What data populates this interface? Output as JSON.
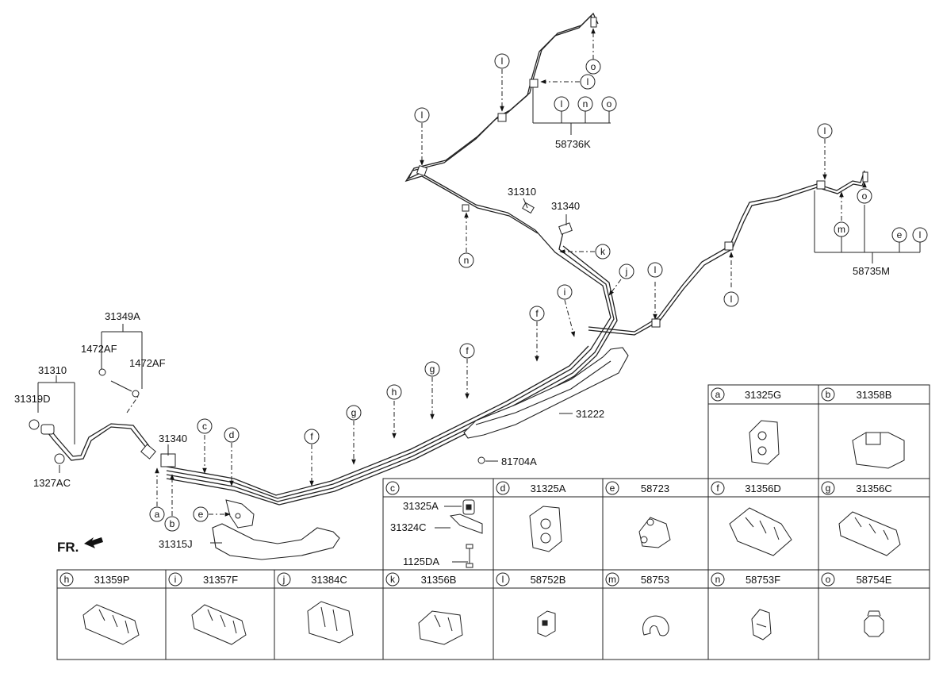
{
  "callouts": {
    "c_31349A": "31349A",
    "c_1472AF_a": "1472AF",
    "c_1472AF_b": "1472AF",
    "c_31310_a": "31310",
    "c_31319D": "31319D",
    "c_1327AC": "1327AC",
    "c_31340_a": "31340",
    "c_31315J": "31315J",
    "c_31310_b": "31310",
    "c_31340_b": "31340",
    "c_31222": "31222",
    "c_81704A": "81704A",
    "c_58736K": "58736K",
    "c_58735M": "58735M"
  },
  "fr_label": "FR.",
  "circles": {
    "a": "a",
    "b": "b",
    "c": "c",
    "d": "d",
    "e": "e",
    "f": "f",
    "g": "g",
    "h": "h",
    "i": "i",
    "j": "j",
    "k": "k",
    "l": "l",
    "m": "m",
    "n": "n",
    "o": "o"
  },
  "legend": {
    "a": {
      "letter": "a",
      "part": "31325G"
    },
    "b": {
      "letter": "b",
      "part": "31358B"
    },
    "c": {
      "letter": "c",
      "part": "",
      "sub_parts": [
        "31325A",
        "31324C",
        "1125DA"
      ]
    },
    "d": {
      "letter": "d",
      "part": "31325A"
    },
    "e": {
      "letter": "e",
      "part": "58723"
    },
    "f": {
      "letter": "f",
      "part": "31356D"
    },
    "g": {
      "letter": "g",
      "part": "31356C"
    },
    "h": {
      "letter": "h",
      "part": "31359P"
    },
    "i": {
      "letter": "i",
      "part": "31357F"
    },
    "j": {
      "letter": "j",
      "part": "31384C"
    },
    "k": {
      "letter": "k",
      "part": "31356B"
    },
    "l": {
      "letter": "l",
      "part": "58752B"
    },
    "m": {
      "letter": "m",
      "part": "58753"
    },
    "n": {
      "letter": "n",
      "part": "58753F"
    },
    "o": {
      "letter": "o",
      "part": "58754E"
    }
  }
}
